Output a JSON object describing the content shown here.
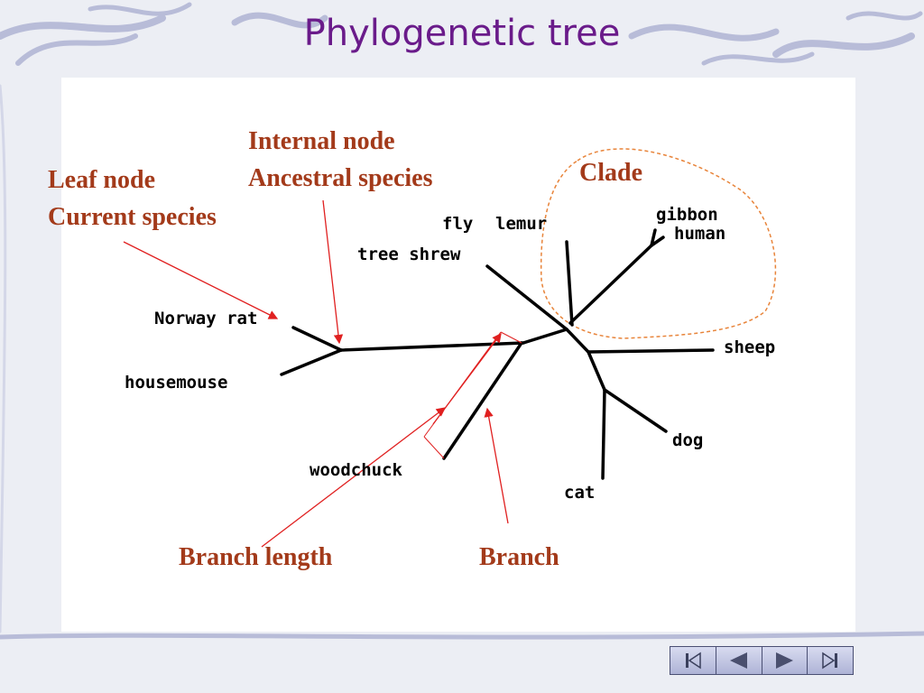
{
  "slide": {
    "title": "Phylogenetic tree"
  },
  "annotations": {
    "internal_node_line1": "Internal node",
    "internal_node_line2": "Ancestral species",
    "leaf_node_line1": "Leaf node",
    "leaf_node_line2": "Current species",
    "clade": "Clade",
    "branch_length": "Branch length",
    "branch": "Branch"
  },
  "leaves": {
    "fly": "fly",
    "lemur": "lemur",
    "gibbon": "gibbon",
    "human": "human",
    "tree_shrew": "tree shrew",
    "norway_rat": "Norway rat",
    "housemouse": "housemouse",
    "sheep": "sheep",
    "dog": "dog",
    "cat": "cat",
    "woodchuck": "woodchuck"
  },
  "navigation": [
    {
      "name": "first-slide-button",
      "icon": "skip-to-start-icon"
    },
    {
      "name": "previous-slide-button",
      "icon": "triangle-left-icon"
    },
    {
      "name": "next-slide-button",
      "icon": "triangle-right-icon"
    },
    {
      "name": "last-slide-button",
      "icon": "skip-to-end-icon"
    }
  ],
  "colors": {
    "title": "#6a1b8a",
    "annotation": "#a33a1a",
    "arrow": "#e02020",
    "clade_outline": "#e8843a",
    "branch": "#000000"
  }
}
